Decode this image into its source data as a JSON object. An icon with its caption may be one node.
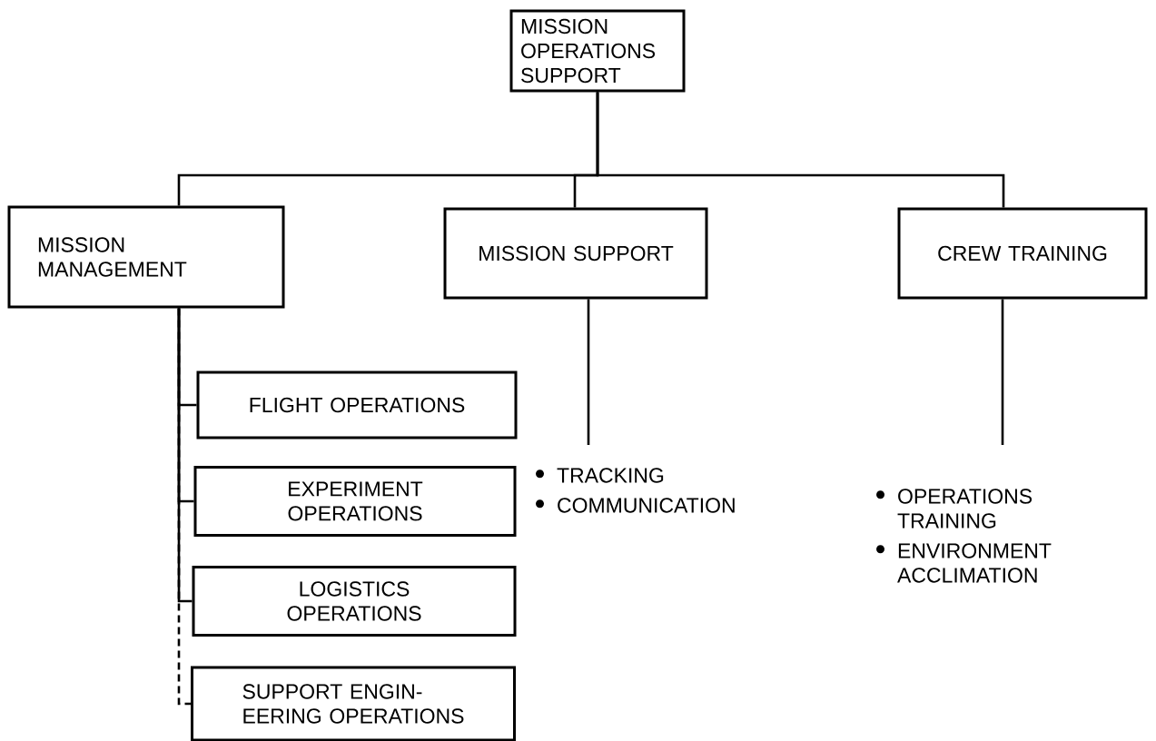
{
  "diagram": {
    "nodes": [
      {
        "text": [
          "MISSION OPERATIONS SUPPORT"
        ]
      },
      {
        "text": [
          "MISSION MANAGEMENT"
        ]
      },
      {
        "text": [
          "MISSION SUPPORT"
        ]
      },
      {
        "text": [
          "CREW TRAINING"
        ]
      },
      {
        "text": [
          "FLIGHT OPERATIONS"
        ]
      },
      {
        "text": [
          "EXPERIMENT OPERATIONS"
        ]
      },
      {
        "text": [
          "LOGISTICS OPERATIONS"
        ]
      },
      {
        "text": [
          "SUPPORT ENGIN- EERING OPERATIONS"
        ]
      },
      {
        "text": [
          "TRACKING",
          "COMMUNICATION"
        ]
      },
      {
        "text": [
          "OPERATIONS TRAINING",
          "ENVIRONMENT ACCLIMATION"
        ]
      }
    ],
    "edges": [
      {
        "from": 0,
        "to": 1,
        "arrow": "none"
      },
      {
        "from": 0,
        "to": 2,
        "arrow": "none"
      },
      {
        "from": 0,
        "to": 3,
        "arrow": "none"
      },
      {
        "from": 1,
        "to": 4,
        "arrow": "none"
      },
      {
        "from": 1,
        "to": 5,
        "arrow": "none"
      },
      {
        "from": 1,
        "to": 6,
        "arrow": "none"
      },
      {
        "from": 1,
        "to": 7,
        "arrow": "none",
        "style": "dashed"
      },
      {
        "from": 2,
        "to": 8,
        "arrow": "none"
      },
      {
        "from": 3,
        "to": 9,
        "arrow": "none"
      }
    ]
  }
}
